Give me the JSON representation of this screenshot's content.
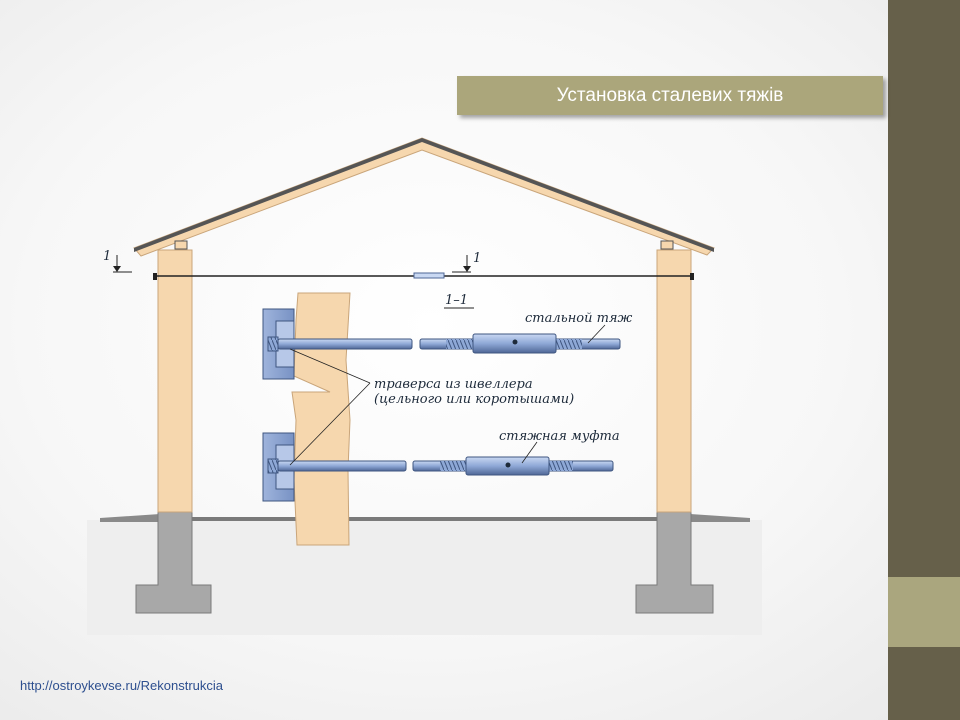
{
  "slide": {
    "title": "Установка сталевих тяжів",
    "source_url": "http://ostroykevse.ru/Rekonstrukcia"
  },
  "diagram": {
    "section_mark_left": "1",
    "section_mark_right": "1",
    "section_title": "1–1",
    "labels": {
      "steel_rod": "стальной тяж",
      "channel_crossbar_line1": "траверса из швеллера",
      "channel_crossbar_line2": "(цельного или коротышами)",
      "tension_coupling": "стяжная муфта"
    }
  },
  "colors": {
    "sidebar": "#66604a",
    "sidebar_accent": "#aaa67e",
    "title_bar": "#aba67b",
    "wood": "#f6d7ae",
    "concrete": "#a8a8a8",
    "ground": "#eeeeee",
    "steel": "#8ea8d6"
  }
}
